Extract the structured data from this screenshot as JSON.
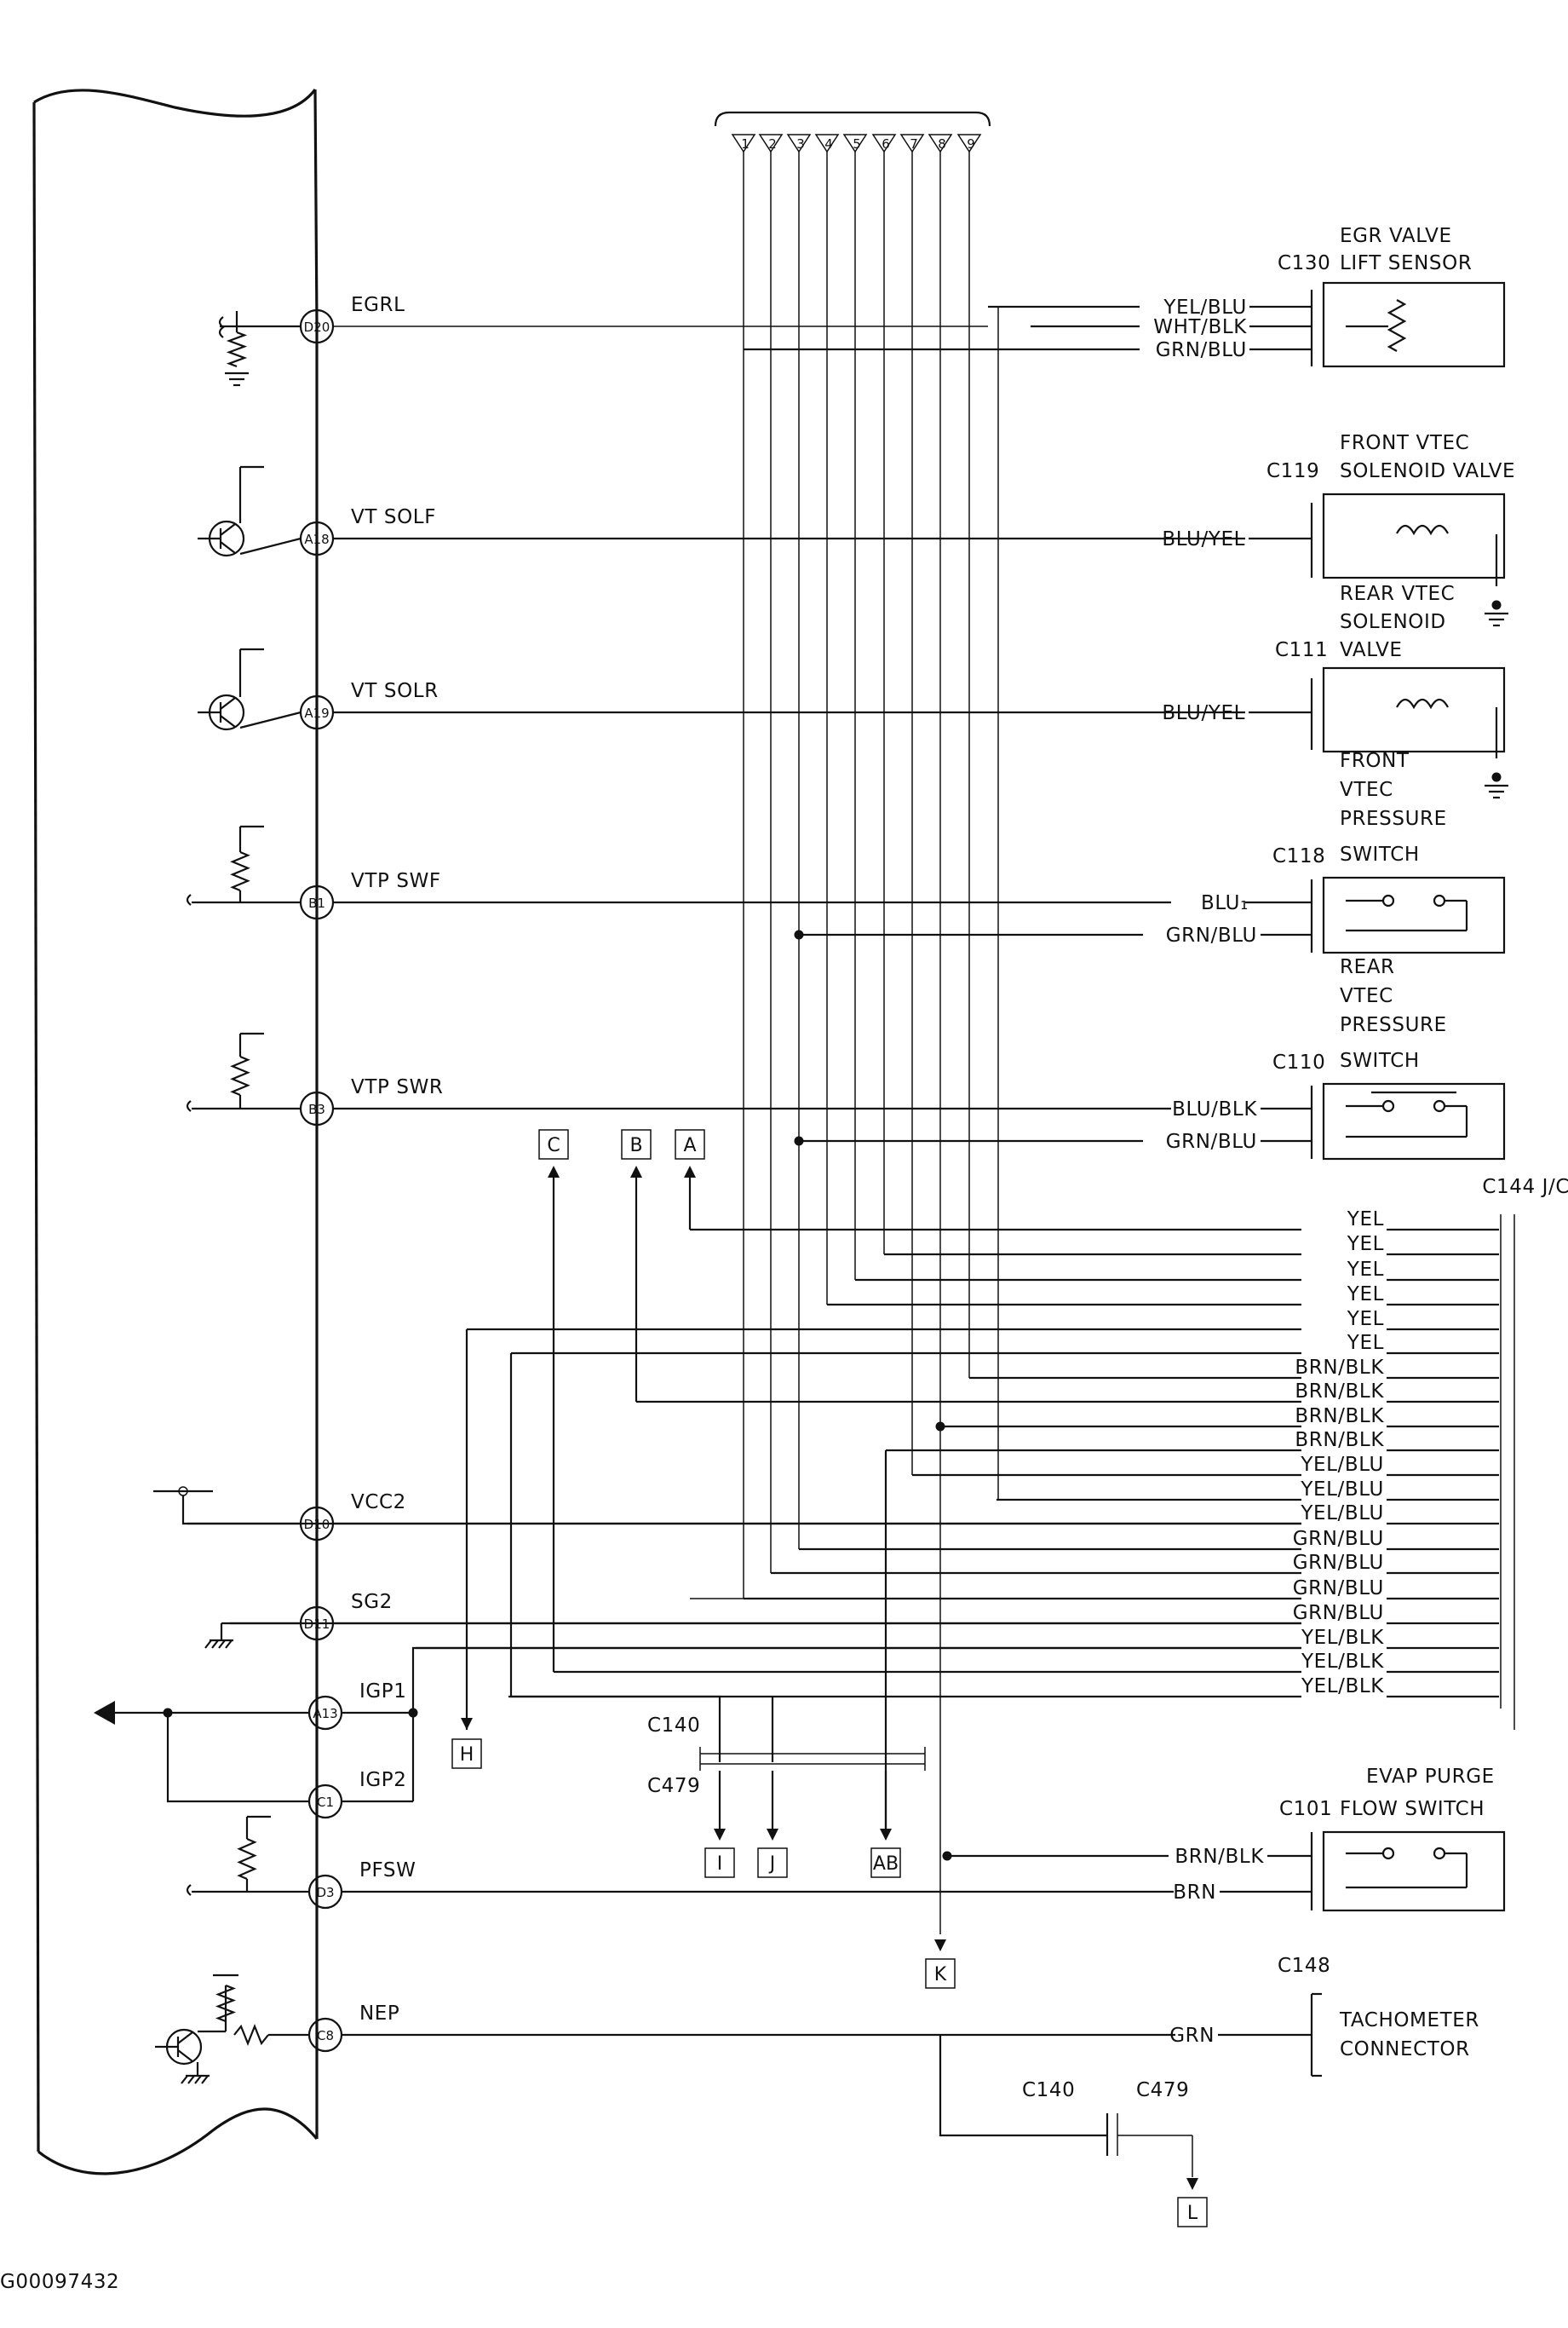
{
  "figure_id": "G00097432",
  "ecm_pins": [
    {
      "pin": "D20",
      "signal": "EGRL"
    },
    {
      "pin": "A18",
      "signal": "VT SOLF"
    },
    {
      "pin": "A19",
      "signal": "VT SOLR"
    },
    {
      "pin": "B1",
      "signal": "VTP SWF"
    },
    {
      "pin": "B3",
      "signal": "VTP SWR"
    },
    {
      "pin": "D10",
      "signal": "VCC2"
    },
    {
      "pin": "D11",
      "signal": "SG2"
    },
    {
      "pin": "A13",
      "signal": "IGP1"
    },
    {
      "pin": "C1",
      "signal": "IGP2"
    },
    {
      "pin": "D3",
      "signal": "PFSW"
    },
    {
      "pin": "C8",
      "signal": "NEP"
    }
  ],
  "bus_pins": [
    "1",
    "2",
    "3",
    "4",
    "5",
    "6",
    "7",
    "8",
    "9"
  ],
  "components": {
    "egr": {
      "connector": "C130",
      "line1": "EGR VALVE",
      "line2": "LIFT SENSOR",
      "wires": [
        "YEL/BLU",
        "WHT/BLK",
        "GRN/BLU"
      ]
    },
    "front_vtec_sol": {
      "connector": "C119",
      "line1": "FRONT VTEC",
      "line2": "SOLENOID VALVE",
      "wire": "BLU/YEL"
    },
    "rear_vtec_sol": {
      "connector": "C111",
      "line1": "REAR VTEC",
      "line2": "SOLENOID",
      "line3": "VALVE",
      "wire": "BLU/YEL"
    },
    "front_vtec_psw": {
      "connector": "C118",
      "line1": "FRONT",
      "line2": "VTEC",
      "line3": "PRESSURE",
      "line4": "SWITCH",
      "wires": [
        "BLU₁",
        "GRN/BLU"
      ]
    },
    "rear_vtec_psw": {
      "connector": "C110",
      "line1": "REAR",
      "line2": "VTEC",
      "line3": "PRESSURE",
      "line4": "SWITCH",
      "wires": [
        "BLU/BLK",
        "GRN/BLU"
      ]
    },
    "evap": {
      "connector": "C101",
      "line1": "EVAP PURGE",
      "line2": "FLOW SWITCH",
      "wires": [
        "BRN/BLK",
        "BRN"
      ]
    },
    "tach": {
      "connector": "C148",
      "line1": "TACHOMETER",
      "line2": "CONNECTOR",
      "wire": "GRN"
    }
  },
  "junction": {
    "name": "C144 J/C",
    "wires": [
      "YEL",
      "YEL",
      "YEL",
      "YEL",
      "YEL",
      "YEL",
      "BRN/BLK",
      "BRN/BLK",
      "BRN/BLK",
      "BRN/BLK",
      "YEL/BLU",
      "YEL/BLU",
      "YEL/BLU",
      "GRN/BLU",
      "GRN/BLU",
      "GRN/BLU",
      "GRN/BLU",
      "YEL/BLK",
      "YEL/BLK",
      "YEL/BLK"
    ]
  },
  "connectors": {
    "c140": "C140",
    "c479": "C479"
  },
  "refs": {
    "A": "A",
    "B": "B",
    "C": "C",
    "H": "H",
    "I": "I",
    "J": "J",
    "AB": "AB",
    "K": "K",
    "L": "L"
  }
}
